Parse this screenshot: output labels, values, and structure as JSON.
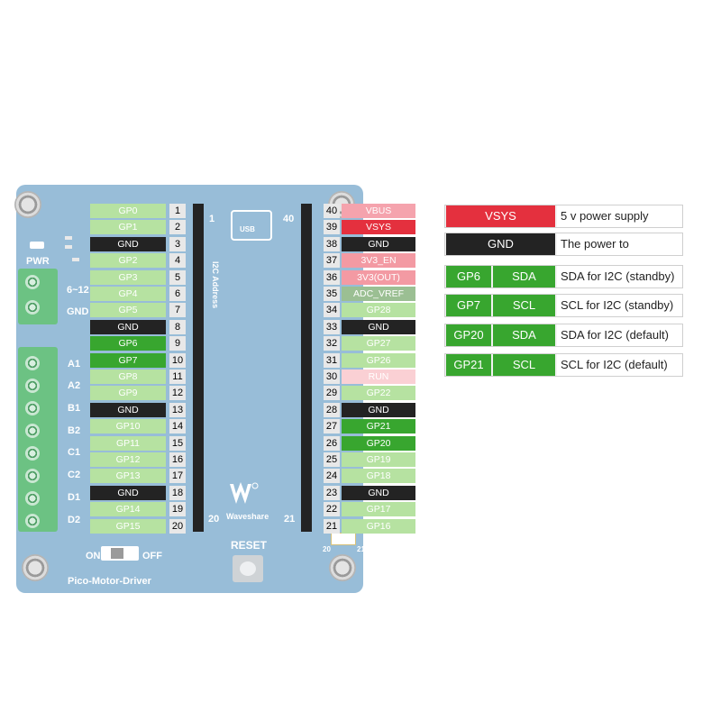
{
  "board": {
    "product": "Pico-Motor-Driver",
    "pwr": "PWR",
    "voltage": "6~12",
    "gnd": "GND",
    "motors": [
      "A1",
      "A2",
      "B1",
      "B2",
      "C1",
      "C2",
      "D1",
      "D2"
    ],
    "on": "ON",
    "off": "OFF",
    "reset": "RESET",
    "usb": "USB",
    "brand": "Waveshare",
    "i2c_address": "I2C Address",
    "n1": "1",
    "n40": "40",
    "n20": "20",
    "n21": "21",
    "b20": "20",
    "b21": "21"
  },
  "pins_left": [
    {
      "num": "1",
      "label": "GP0",
      "kind": "gpio"
    },
    {
      "num": "2",
      "label": "GP1",
      "kind": "gpio"
    },
    {
      "num": "3",
      "label": "GND",
      "kind": "gnd"
    },
    {
      "num": "4",
      "label": "GP2",
      "kind": "gpio"
    },
    {
      "num": "5",
      "label": "GP3",
      "kind": "gpio"
    },
    {
      "num": "6",
      "label": "GP4",
      "kind": "gpio"
    },
    {
      "num": "7",
      "label": "GP5",
      "kind": "gpio"
    },
    {
      "num": "8",
      "label": "GND",
      "kind": "gnd"
    },
    {
      "num": "9",
      "label": "GP6",
      "kind": "active"
    },
    {
      "num": "10",
      "label": "GP7",
      "kind": "active"
    },
    {
      "num": "11",
      "label": "GP8",
      "kind": "gpio"
    },
    {
      "num": "12",
      "label": "GP9",
      "kind": "gpio"
    },
    {
      "num": "13",
      "label": "GND",
      "kind": "gnd"
    },
    {
      "num": "14",
      "label": "GP10",
      "kind": "gpio"
    },
    {
      "num": "15",
      "label": "GP11",
      "kind": "gpio"
    },
    {
      "num": "16",
      "label": "GP12",
      "kind": "gpio"
    },
    {
      "num": "17",
      "label": "GP13",
      "kind": "gpio"
    },
    {
      "num": "18",
      "label": "GND",
      "kind": "gnd"
    },
    {
      "num": "19",
      "label": "GP14",
      "kind": "gpio"
    },
    {
      "num": "20",
      "label": "GP15",
      "kind": "gpio"
    }
  ],
  "pins_right": [
    {
      "num": "40",
      "label": "VBUS",
      "kind": "vbus"
    },
    {
      "num": "39",
      "label": "VSYS",
      "kind": "vsys"
    },
    {
      "num": "38",
      "label": "GND",
      "kind": "gnd"
    },
    {
      "num": "37",
      "label": "3V3_EN",
      "kind": "power"
    },
    {
      "num": "36",
      "label": "3V3(OUT)",
      "kind": "power"
    },
    {
      "num": "35",
      "label": "ADC_VREF",
      "kind": "vref"
    },
    {
      "num": "34",
      "label": "GP28",
      "kind": "gpio"
    },
    {
      "num": "33",
      "label": "GND",
      "kind": "gnd"
    },
    {
      "num": "32",
      "label": "GP27",
      "kind": "gpio"
    },
    {
      "num": "31",
      "label": "GP26",
      "kind": "gpio"
    },
    {
      "num": "30",
      "label": "RUN",
      "kind": "light"
    },
    {
      "num": "29",
      "label": "GP22",
      "kind": "gpio"
    },
    {
      "num": "28",
      "label": "GND",
      "kind": "gnd"
    },
    {
      "num": "27",
      "label": "GP21",
      "kind": "active"
    },
    {
      "num": "26",
      "label": "GP20",
      "kind": "active"
    },
    {
      "num": "25",
      "label": "GP19",
      "kind": "gpio"
    },
    {
      "num": "24",
      "label": "GP18",
      "kind": "gpio"
    },
    {
      "num": "23",
      "label": "GND",
      "kind": "gnd"
    },
    {
      "num": "22",
      "label": "GP17",
      "kind": "gpio"
    },
    {
      "num": "21",
      "label": "GP16",
      "kind": "gpio"
    }
  ],
  "legend": [
    {
      "pin": "VSYS",
      "func": "",
      "desc": "5 v power supply",
      "color": "#e4303e"
    },
    {
      "pin": "GND",
      "func": "",
      "desc": "The power to",
      "color": "#232323"
    },
    {
      "pin": "GP6",
      "func": "SDA",
      "desc": "SDA for I2C (standby)",
      "color": "#38a62f"
    },
    {
      "pin": "GP7",
      "func": "SCL",
      "desc": "SCL for I2C (standby)",
      "color": "#38a62f"
    },
    {
      "pin": "GP20",
      "func": "SDA",
      "desc": "SDA for I2C (default)",
      "color": "#38a62f"
    },
    {
      "pin": "GP21",
      "func": "SCL",
      "desc": "SCL for I2C (default)",
      "color": "#38a62f"
    }
  ],
  "colors": {
    "board": "#98bdd8",
    "gpio": "#b6e2a1",
    "active": "#38a62f",
    "gnd": "#232323",
    "vsys": "#e4303e"
  }
}
